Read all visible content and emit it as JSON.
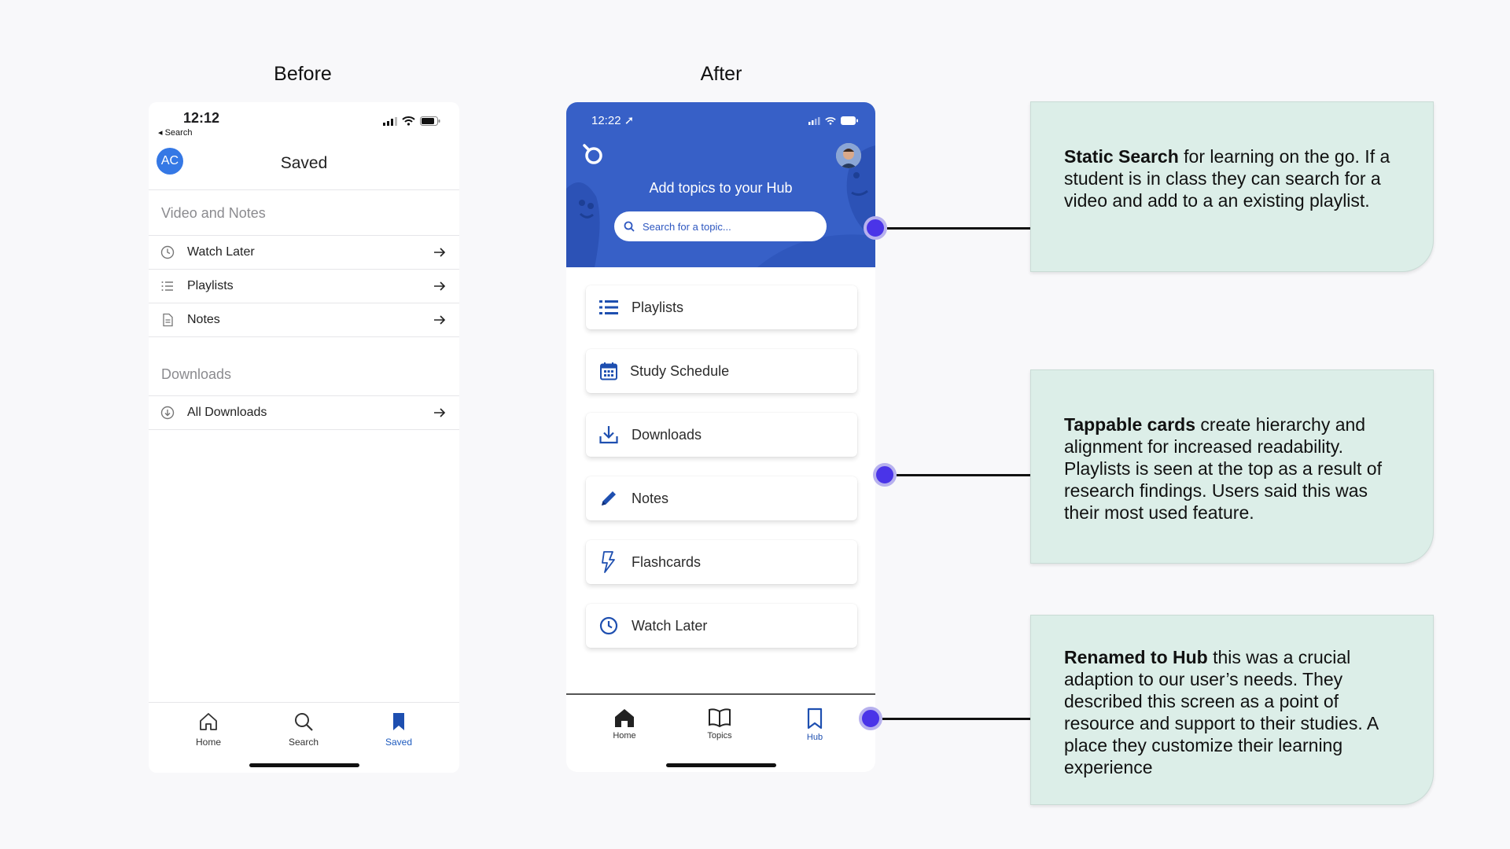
{
  "titles": {
    "before": "Before",
    "after": "After"
  },
  "before": {
    "status_time": "12:12",
    "status_back": "◂ Search",
    "avatar_initials": "AC",
    "screen_title": "Saved",
    "section_video_notes": "Video and Notes",
    "rows_video_notes": [
      {
        "label": "Watch Later",
        "icon": "clock-icon"
      },
      {
        "label": "Playlists",
        "icon": "list-icon"
      },
      {
        "label": "Notes",
        "icon": "document-icon"
      }
    ],
    "section_downloads": "Downloads",
    "rows_downloads": [
      {
        "label": "All Downloads",
        "icon": "download-circle-icon"
      }
    ],
    "tabs": [
      {
        "label": "Home",
        "icon": "home-icon"
      },
      {
        "label": "Search",
        "icon": "search-icon"
      },
      {
        "label": "Saved",
        "icon": "bookmark-icon",
        "active": true
      }
    ],
    "active_color": "#1e5bbf"
  },
  "after": {
    "status_time": "12:22 ➚",
    "hero_title": "Add topics to your Hub",
    "search_placeholder": "Search for a topic...",
    "hero_color": "#3760c7",
    "cards": [
      {
        "label": "Playlists",
        "icon": "list-icon"
      },
      {
        "label": "Study Schedule",
        "icon": "calendar-icon"
      },
      {
        "label": "Downloads",
        "icon": "download-icon"
      },
      {
        "label": "Notes",
        "icon": "pencil-icon"
      },
      {
        "label": "Flashcards",
        "icon": "lightning-icon"
      },
      {
        "label": "Watch Later",
        "icon": "clock-icon"
      }
    ],
    "tabs": [
      {
        "label": "Home",
        "icon": "home-icon"
      },
      {
        "label": "Topics",
        "icon": "book-icon"
      },
      {
        "label": "Hub",
        "icon": "bookmark-icon",
        "active": true
      }
    ],
    "accent_color": "#1e4fb0"
  },
  "callouts": [
    {
      "bold": "Static Search",
      "text": " for learning on the go. If a student is in class they can search for a video and add to a an existing playlist."
    },
    {
      "bold": "Tappable cards",
      "text": " create hierarchy and alignment for increased readability. Playlists is seen at the top as a result of research findings. Users said this was their most used feature."
    },
    {
      "bold": "Renamed to Hub",
      "text": " this was a crucial adaption to our user’s needs. They described this screen as a point of resource and support to their studies. A place they customize their learning experience"
    }
  ],
  "dot_color": "#4a34e8",
  "callout_color": "#dceee8"
}
